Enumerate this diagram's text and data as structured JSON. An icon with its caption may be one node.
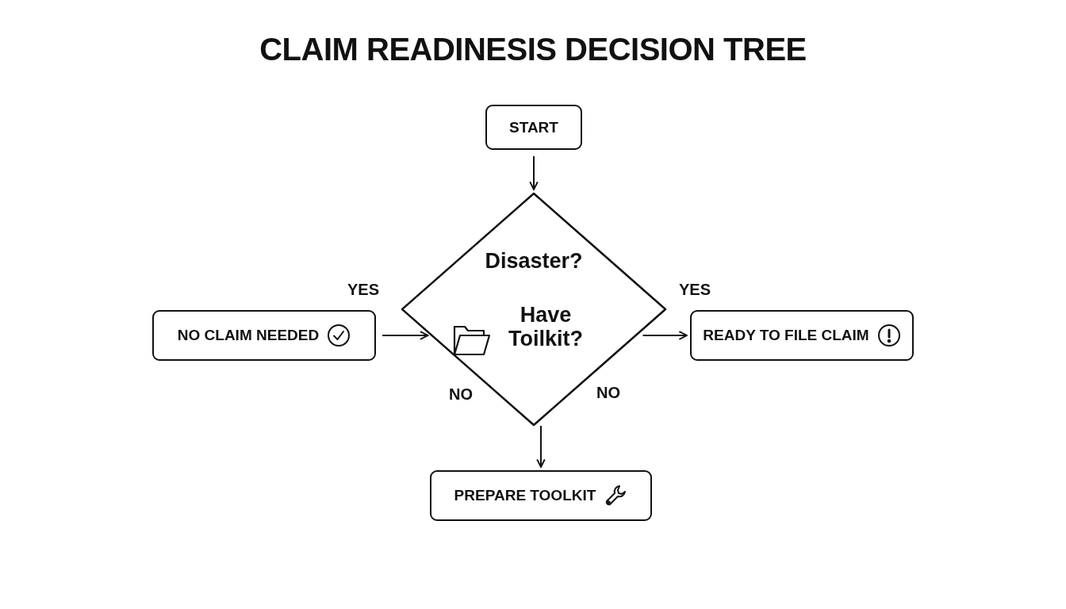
{
  "diagram": {
    "title": "CLAIM READINESIS DECISION TREE",
    "nodes": [
      {
        "text": [
          "START"
        ]
      },
      {
        "text": [
          "Disaster?",
          "Have Toilkit?"
        ]
      },
      {
        "text": [
          "NO CLAIM NEEDED"
        ]
      },
      {
        "text": [
          "READY TO FILE CLAIM"
        ]
      },
      {
        "text": [
          "PREPARE TOOLKIT"
        ]
      }
    ],
    "edges": [
      {
        "from": 0,
        "to": 1,
        "arrow": "to"
      },
      {
        "from": 2,
        "to": 1,
        "arrow": "to"
      },
      {
        "from": 1,
        "to": 3,
        "arrow": "to"
      },
      {
        "from": 1,
        "to": 4,
        "arrow": "to"
      }
    ],
    "labels": [
      "YES",
      "YES",
      "NO",
      "NO"
    ]
  }
}
